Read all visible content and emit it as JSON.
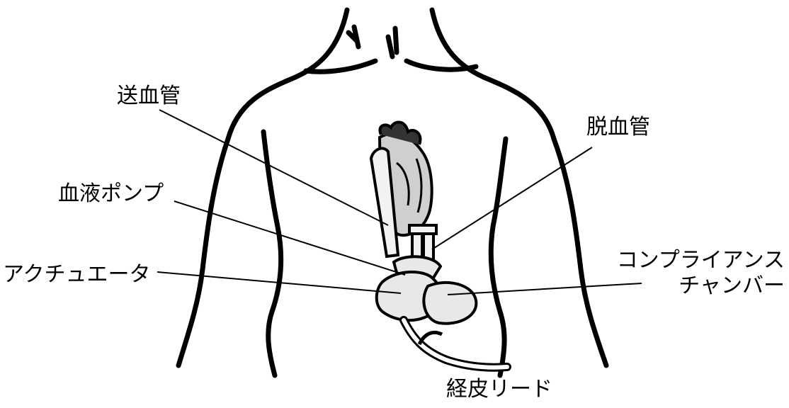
{
  "labels": {
    "outflow_cannula": "送血管",
    "inflow_cannula": "脱血管",
    "blood_pump": "血液ポンプ",
    "actuator": "アクチュエータ",
    "compliance_chamber_line1": "コンプライアンス",
    "compliance_chamber_line2": "チャンバー",
    "percutaneous_lead": "経皮リード"
  },
  "colors": {
    "outline": "#000000",
    "background": "#ffffff",
    "device_fill": "#e8e8e8"
  }
}
